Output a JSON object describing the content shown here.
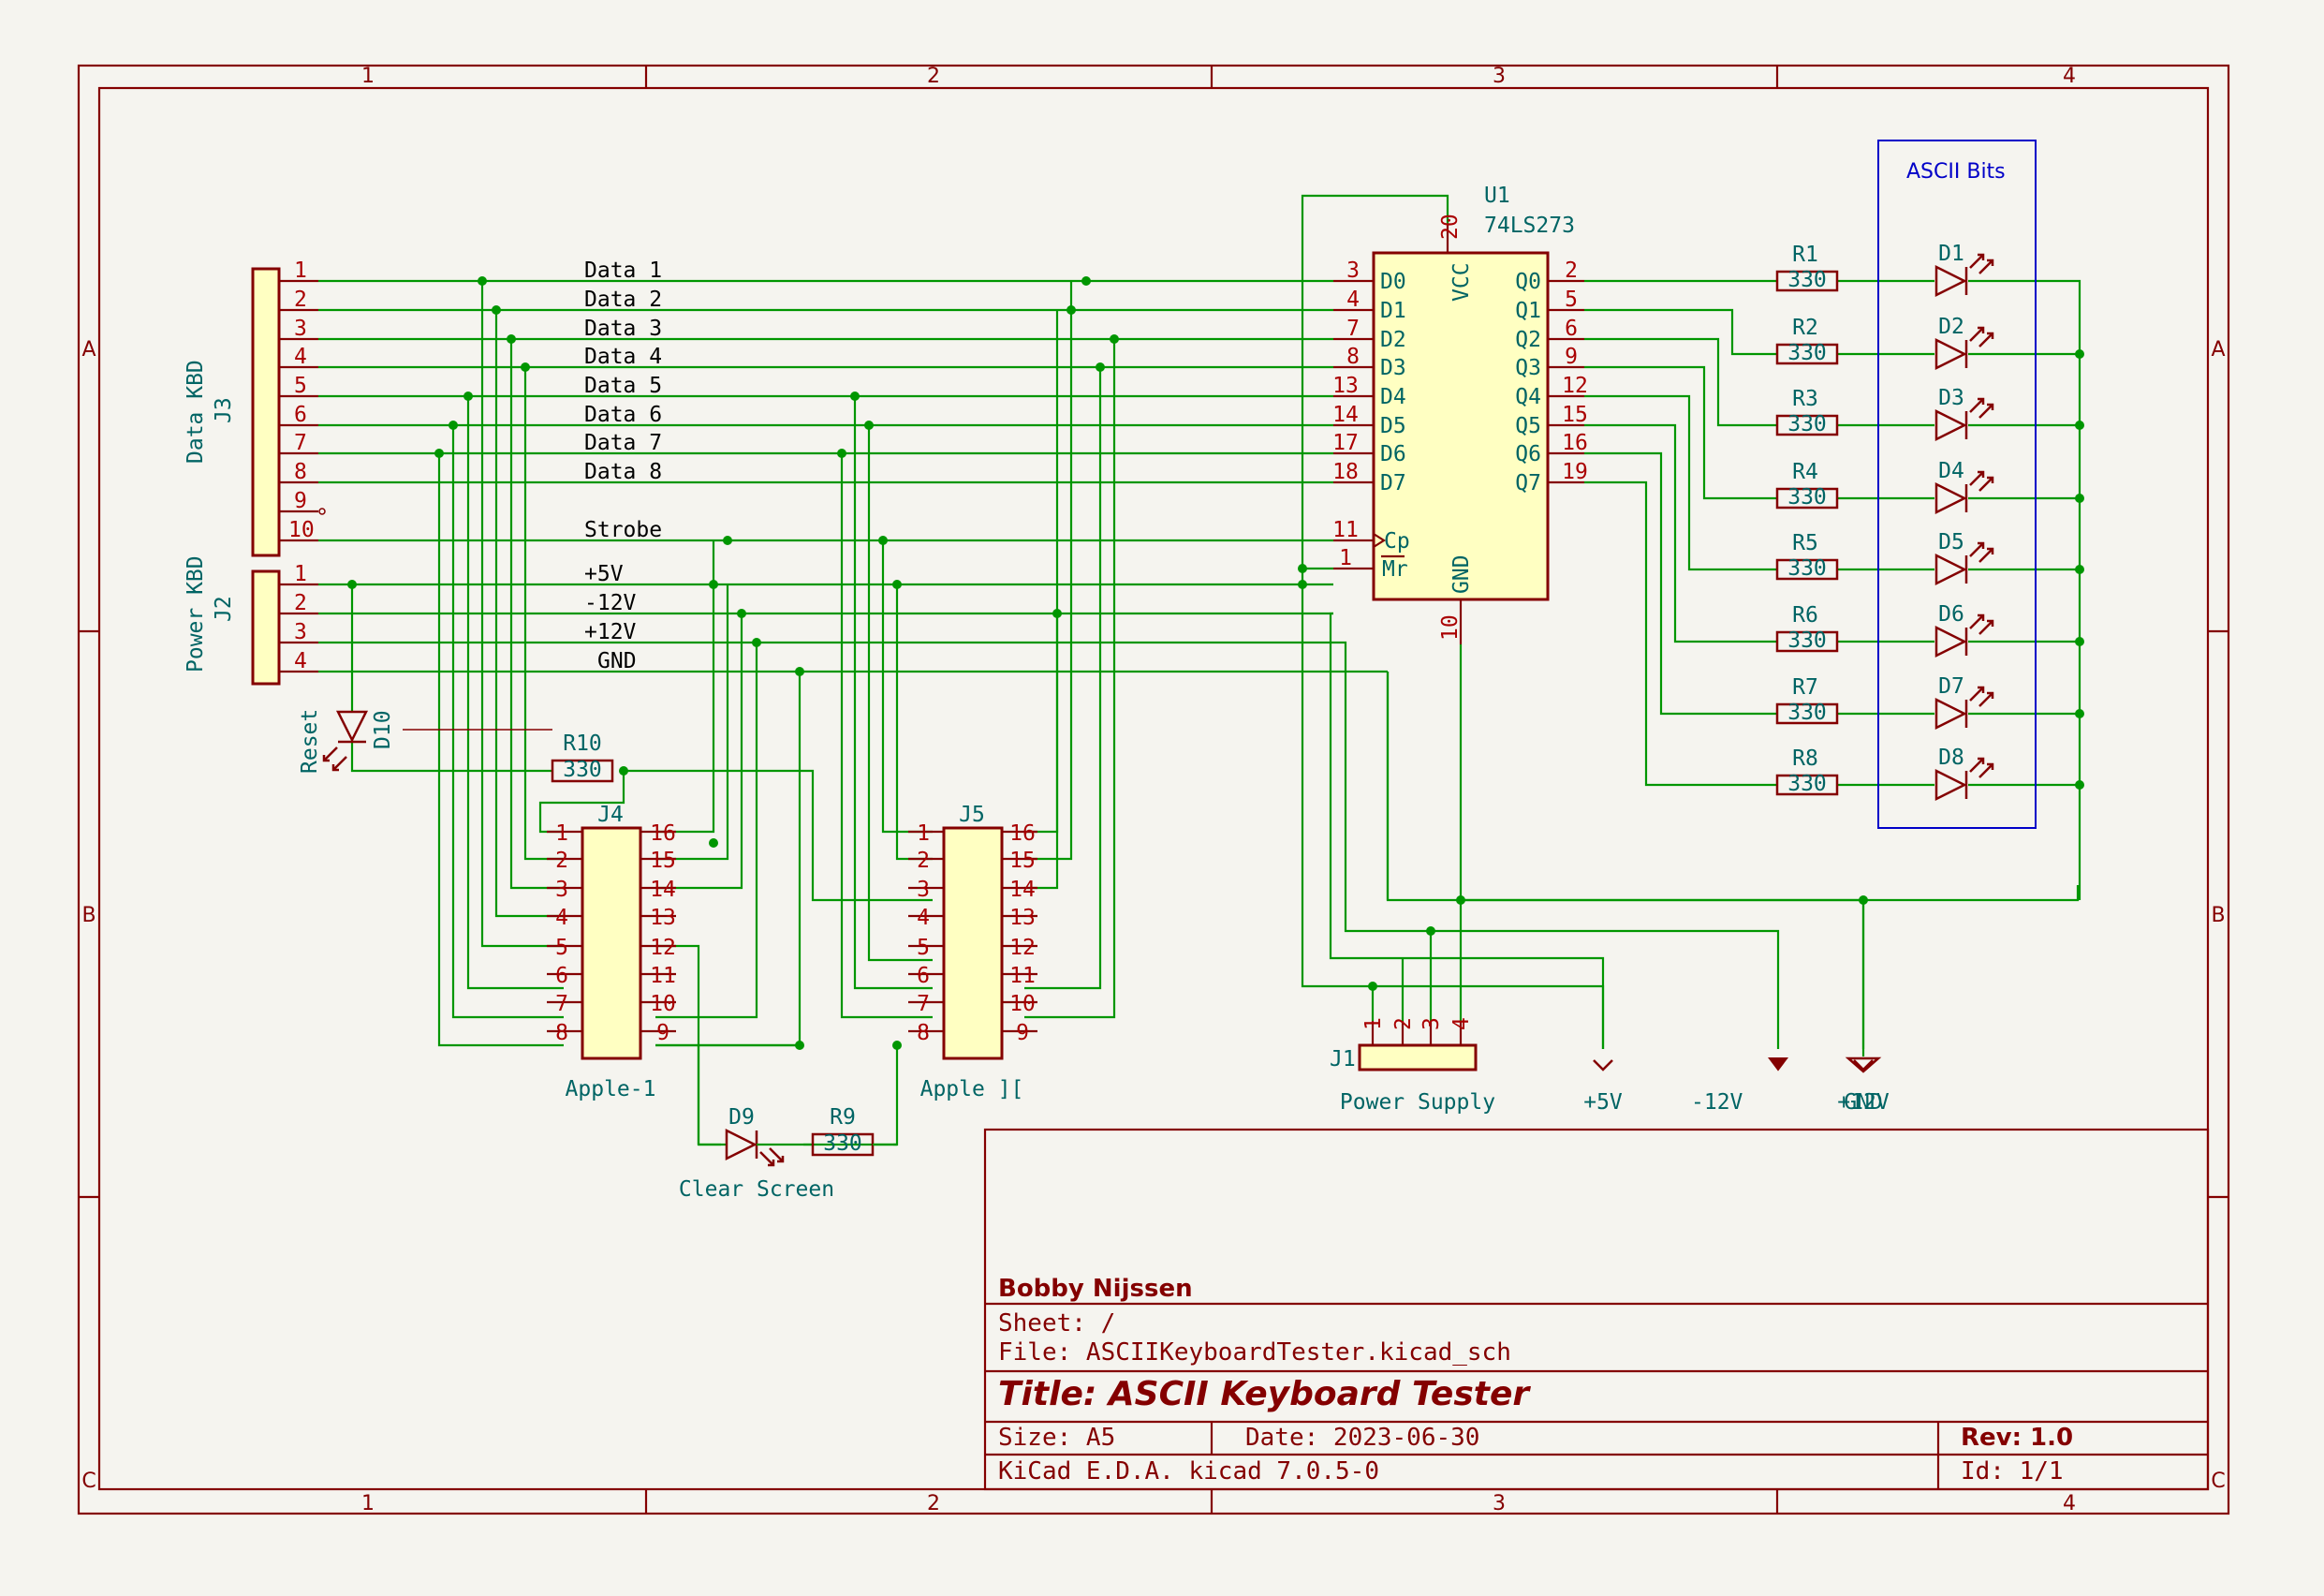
{
  "border": {
    "columns": [
      "1",
      "2",
      "3",
      "4"
    ],
    "rows": [
      "A",
      "B",
      "C"
    ]
  },
  "title_block": {
    "company": "Bobby Nijssen",
    "sheet": "Sheet: /",
    "file": "File: ASCIIKeyboardTester.kicad_sch",
    "title": "Title: ASCII Keyboard Tester",
    "size": "Size: A5",
    "date": "Date: 2023-06-30",
    "rev": "Rev: 1.0",
    "tool": "KiCad E.D.A.  kicad 7.0.5-0",
    "id": "Id: 1/1"
  },
  "j3": {
    "name": "Data KBD",
    "ref": "J3",
    "pins": [
      "1",
      "2",
      "3",
      "4",
      "5",
      "6",
      "7",
      "8",
      "9",
      "10"
    ]
  },
  "j2": {
    "name": "Power KBD",
    "ref": "J2",
    "pins": [
      "1",
      "2",
      "3",
      "4"
    ]
  },
  "net_labels": [
    "Data 1",
    "Data 2",
    "Data 3",
    "Data 4",
    "Data 5",
    "Data 6",
    "Data 7",
    "Data 8",
    "Strobe",
    "+5V",
    "-12V",
    "+12V",
    "GND"
  ],
  "u1": {
    "ref": "U1",
    "value": "74LS273",
    "left_pin_numbers": [
      "3",
      "4",
      "7",
      "8",
      "13",
      "14",
      "17",
      "18",
      "11",
      "1"
    ],
    "left_pin_names": [
      "D0",
      "D1",
      "D2",
      "D3",
      "D4",
      "D5",
      "D6",
      "D7",
      "Cp",
      "Mr"
    ],
    "right_pin_numbers": [
      "2",
      "5",
      "6",
      "9",
      "12",
      "15",
      "16",
      "19"
    ],
    "right_pin_names": [
      "Q0",
      "Q1",
      "Q2",
      "Q3",
      "Q4",
      "Q5",
      "Q6",
      "Q7"
    ],
    "vcc_name": "VCC",
    "vcc_pin": "20",
    "gnd_name": "GND",
    "gnd_pin": "10"
  },
  "resistors_right": [
    {
      "ref": "R1",
      "value": "330"
    },
    {
      "ref": "R2",
      "value": "330"
    },
    {
      "ref": "R3",
      "value": "330"
    },
    {
      "ref": "R4",
      "value": "330"
    },
    {
      "ref": "R5",
      "value": "330"
    },
    {
      "ref": "R6",
      "value": "330"
    },
    {
      "ref": "R7",
      "value": "330"
    },
    {
      "ref": "R8",
      "value": "330"
    }
  ],
  "leds_right": [
    "D1",
    "D2",
    "D3",
    "D4",
    "D5",
    "D6",
    "D7",
    "D8"
  ],
  "ascii_box_label": "ASCII Bits",
  "d10": {
    "ref": "D10",
    "label": "Reset"
  },
  "r10": {
    "ref": "R10",
    "value": "330"
  },
  "j4": {
    "ref": "J4",
    "name": "Apple-1",
    "left_pins": [
      "1",
      "2",
      "3",
      "4",
      "5",
      "6",
      "7",
      "8"
    ],
    "right_pins": [
      "16",
      "15",
      "14",
      "13",
      "12",
      "11",
      "10",
      "9"
    ]
  },
  "j5": {
    "ref": "J5",
    "name": "Apple ][",
    "left_pins": [
      "1",
      "2",
      "3",
      "4",
      "5",
      "6",
      "7",
      "8"
    ],
    "right_pins": [
      "16",
      "15",
      "14",
      "13",
      "12",
      "11",
      "10",
      "9"
    ]
  },
  "d9": {
    "ref": "D9",
    "label": "Clear Screen"
  },
  "r9": {
    "ref": "R9",
    "value": "330"
  },
  "j1": {
    "ref": "J1",
    "name": "Power Supply",
    "pins": [
      "1",
      "2",
      "3",
      "4"
    ]
  },
  "power_symbols": [
    "+5V",
    "-12V",
    "+12V",
    "GND"
  ],
  "colors": {
    "background": "#f5f4ef",
    "wire": "#009600",
    "symbol": "#840000",
    "symbol_body": "#ffffc2",
    "pin_number": "#a90000",
    "pin_name": "#006464",
    "net_label": "#000000",
    "note_box": "#0000c8"
  }
}
